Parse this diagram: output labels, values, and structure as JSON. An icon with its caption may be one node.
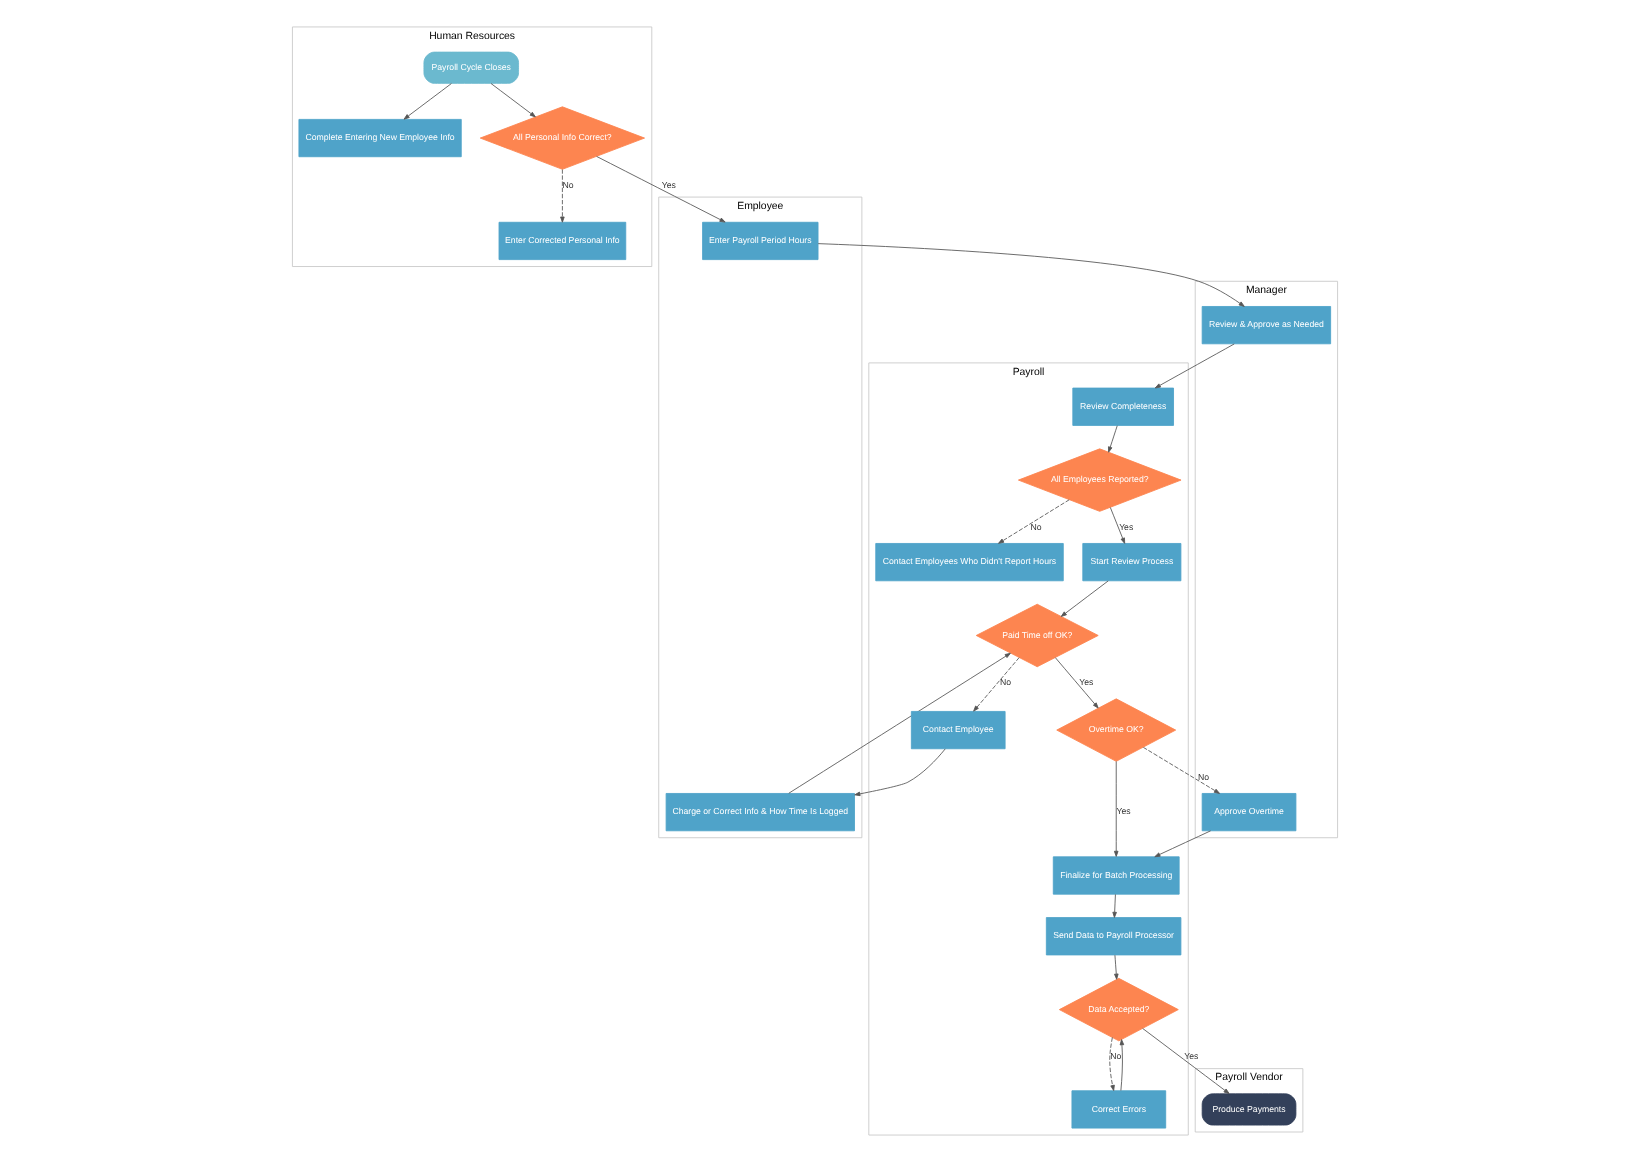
{
  "diagram": {
    "nodes": [
      {
        "text": [
          "Human Resources"
        ]
      },
      {
        "text": [
          "Employee"
        ]
      },
      {
        "text": [
          "Manager"
        ]
      },
      {
        "text": [
          "Payroll"
        ]
      },
      {
        "text": [
          "Payroll Vendor"
        ]
      },
      {
        "text": [
          "Payroll Cycle Closes"
        ],
        "in": 0
      },
      {
        "text": [
          "Complete Entering New Employee Info"
        ],
        "in": 0
      },
      {
        "text": [
          "All Personal Info Correct?"
        ],
        "in": 0
      },
      {
        "text": [
          "Enter Corrected Personal Info"
        ],
        "in": 0
      },
      {
        "text": [
          "Enter Payroll Period Hours"
        ],
        "in": 1
      },
      {
        "text": [
          "Charge or Correct Info & How Time Is Logged"
        ],
        "in": 1
      },
      {
        "text": [
          "Review & Approve as Needed"
        ],
        "in": 2
      },
      {
        "text": [
          "Approve Overtime"
        ],
        "in": 2
      },
      {
        "text": [
          "Review Completeness"
        ],
        "in": 3
      },
      {
        "text": [
          "All Employees Reported?"
        ],
        "in": 3
      },
      {
        "text": [
          "Contact Employees Who Didn't Report Hours"
        ],
        "in": 3
      },
      {
        "text": [
          "Start Review Process"
        ],
        "in": 3
      },
      {
        "text": [
          "Paid Time off OK?"
        ],
        "in": 3
      },
      {
        "text": [
          "Contact Employee"
        ],
        "in": 3
      },
      {
        "text": [
          "Overtime OK?"
        ],
        "in": 3
      },
      {
        "text": [
          "Finalize for Batch Processing"
        ],
        "in": 3
      },
      {
        "text": [
          "Send Data to Payroll Processor"
        ],
        "in": 3
      },
      {
        "text": [
          "Data Accepted?"
        ],
        "in": 3
      },
      {
        "text": [
          "Correct Errors"
        ],
        "in": 3
      },
      {
        "text": [
          "Produce Payments"
        ],
        "in": 4
      }
    ],
    "edges": [
      {
        "from": 5,
        "to": 6,
        "arrow": "to"
      },
      {
        "from": 5,
        "to": 7,
        "arrow": "to"
      },
      {
        "from": 7,
        "to": 9,
        "arrow": "to",
        "label": "Yes"
      },
      {
        "from": 7,
        "to": 8,
        "arrow": "to",
        "label": "No",
        "style": "dashed"
      },
      {
        "from": 9,
        "to": 11,
        "arrow": "to"
      },
      {
        "from": 11,
        "to": 13,
        "arrow": "to"
      },
      {
        "from": 13,
        "to": 14,
        "arrow": "to"
      },
      {
        "from": 14,
        "to": 15,
        "arrow": "to",
        "label": "No",
        "style": "dashed"
      },
      {
        "from": 14,
        "to": 16,
        "arrow": "to",
        "label": "Yes"
      },
      {
        "from": 16,
        "to": 17,
        "arrow": "to"
      },
      {
        "from": 10,
        "to": 17,
        "arrow": "to"
      },
      {
        "from": 17,
        "to": 18,
        "arrow": "to",
        "label": "No",
        "style": "dashed"
      },
      {
        "from": 17,
        "to": 19,
        "arrow": "to",
        "label": "Yes"
      },
      {
        "from": 18,
        "to": 10,
        "arrow": "to"
      },
      {
        "from": 19,
        "to": 12,
        "arrow": "to",
        "label": "No",
        "style": "dashed"
      },
      {
        "from": 19,
        "to": 20,
        "arrow": "to",
        "label": "Yes"
      },
      {
        "from": 12,
        "to": 20,
        "arrow": "to"
      },
      {
        "from": 20,
        "to": 21,
        "arrow": "to"
      },
      {
        "from": 21,
        "to": 22,
        "arrow": "to"
      },
      {
        "from": 22,
        "to": 23,
        "arrow": "to",
        "label": "No",
        "style": "dashed"
      },
      {
        "from": 23,
        "to": 22,
        "arrow": "to"
      },
      {
        "from": 22,
        "to": 24,
        "arrow": "to",
        "label": "Yes"
      }
    ]
  }
}
